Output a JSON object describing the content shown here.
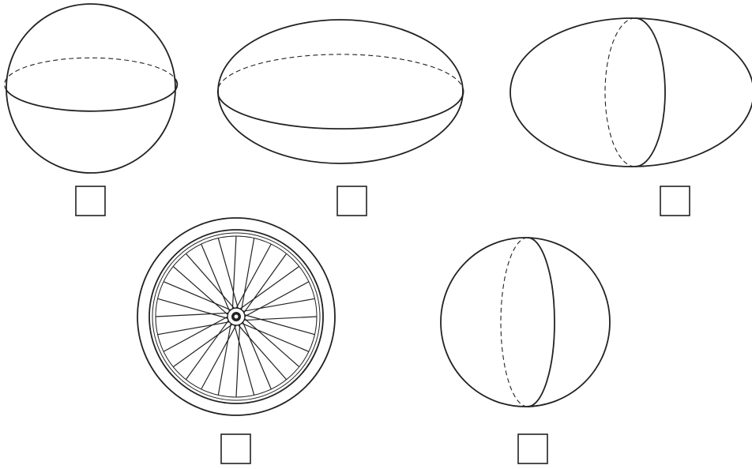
{
  "figures": [
    {
      "id": "sphere-horizontal-equator",
      "shape": "sphere",
      "section": "horizontal",
      "checked": false
    },
    {
      "id": "flat-ellipsoid-horizontal",
      "shape": "ellipsoid",
      "section": "horizontal",
      "checked": false
    },
    {
      "id": "egg-ellipsoid-vertical",
      "shape": "ellipsoid",
      "section": "vertical",
      "checked": false
    },
    {
      "id": "bicycle-wheel",
      "shape": "wheel",
      "spokes": 28,
      "checked": false
    },
    {
      "id": "sphere-vertical-meridian",
      "shape": "sphere",
      "section": "vertical",
      "checked": false
    }
  ],
  "colors": {
    "stroke": "#222222",
    "background": "#ffffff"
  },
  "icons": [
    "checkbox-square",
    "checkbox-square",
    "checkbox-square",
    "checkbox-square",
    "checkbox-square"
  ]
}
